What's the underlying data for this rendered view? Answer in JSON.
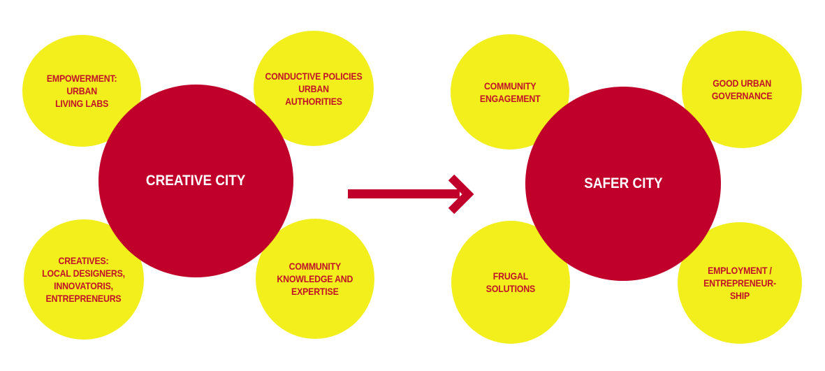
{
  "diagram": {
    "left": {
      "center": "CREATIVE CITY",
      "top_left": "EMPOWERMENT:\nURBAN\nLIVING LABS",
      "top_right": "CONDUCTIVE POLICIES\nURBAN\nAUTHORITIES",
      "bottom_left": "CREATIVES:\nLOCAL DESIGNERS,\nINNOVATORIS,\nENTREPRENEURS",
      "bottom_right": "COMMUNITY\nKNOWLEDGE AND\nEXPERTISE"
    },
    "right": {
      "center": "SAFER CITY",
      "top_left": "COMMUNITY\nENGAGEMENT",
      "top_right": "GOOD URBAN\nGOVERNANCE",
      "bottom_left": "FRUGAL\nSOLUTIONS",
      "bottom_right": "EMPLOYMENT /\nENTREPRENEUR-\nSHIP"
    },
    "colors": {
      "yellow": "#f2ef1c",
      "red": "#c0002a",
      "text_red": "#c0122a",
      "text_white": "#ffffff"
    }
  }
}
